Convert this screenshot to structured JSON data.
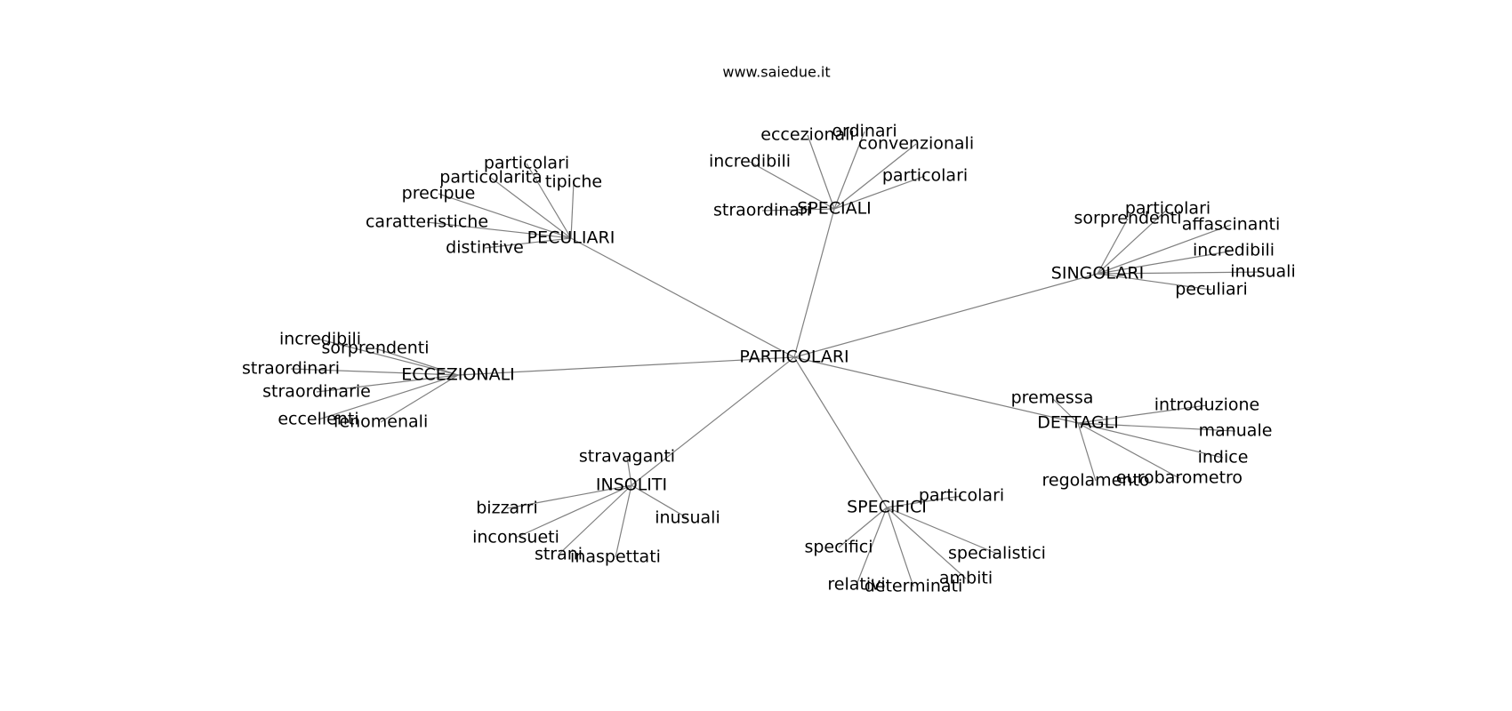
{
  "site": {
    "title": "www.saiedue.it"
  },
  "graph": {
    "root": "PARTICOLARI",
    "clusters": [
      {
        "hub": "PECULIARI",
        "leaves": [
          "particolari",
          "particolarità",
          "tipiche",
          "precipue",
          "caratteristiche",
          "distintive"
        ]
      },
      {
        "hub": "SPECIALI",
        "leaves": [
          "eccezionali",
          "ordinari",
          "convenzionali",
          "incredibili",
          "particolari",
          "straordinari"
        ]
      },
      {
        "hub": "SINGOLARI",
        "leaves": [
          "particolari",
          "sorprendenti",
          "affascinanti",
          "incredibili",
          "inusuali",
          "peculiari"
        ]
      },
      {
        "hub": "ECCEZIONALI",
        "leaves": [
          "incredibili",
          "sorprendenti",
          "straordinari",
          "straordinarie",
          "eccellenti",
          "fenomenali"
        ]
      },
      {
        "hub": "DETTAGLI",
        "leaves": [
          "premessa",
          "introduzione",
          "manuale",
          "indice",
          "regolamento",
          "eurobarometro"
        ]
      },
      {
        "hub": "INSOLITI",
        "leaves": [
          "stravaganti",
          "bizzarri",
          "inusuali",
          "inconsueti",
          "strani",
          "inaspettati"
        ]
      },
      {
        "hub": "SPECIFICI",
        "leaves": [
          "particolari",
          "specifici",
          "specialistici",
          "relativi",
          "determinati",
          "ambiti"
        ]
      }
    ]
  }
}
